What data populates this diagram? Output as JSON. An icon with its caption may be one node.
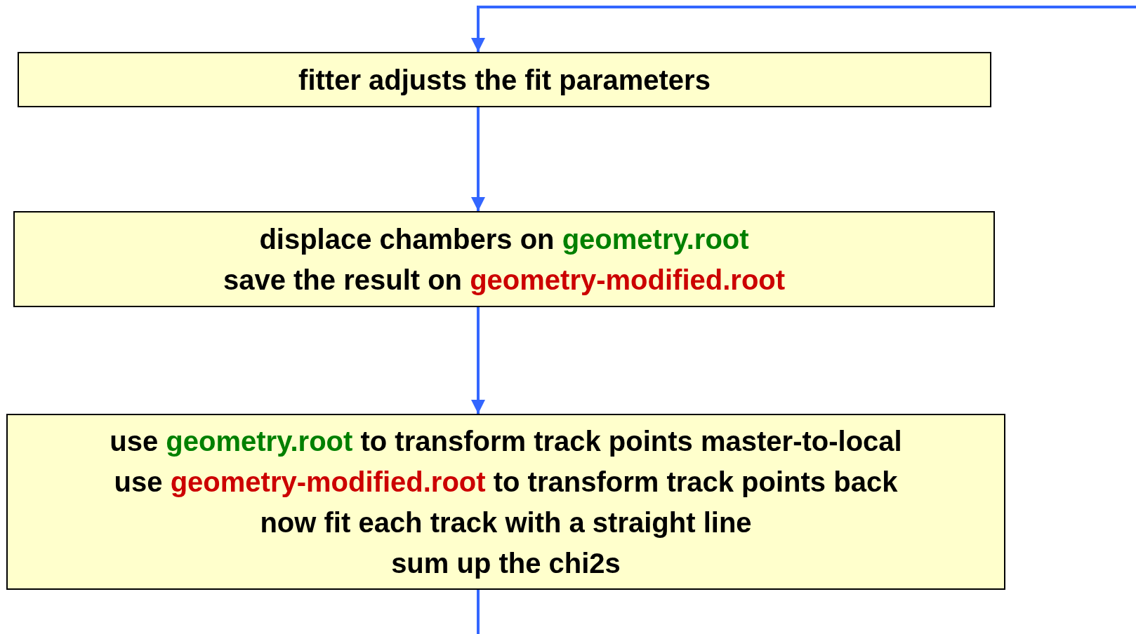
{
  "diagram": {
    "nodes": [
      {
        "text": [
          "fitter adjusts the fit parameters"
        ]
      },
      {
        "text": [
          "displace chambers on",
          "geometry.root",
          "save the result on",
          "geometry-modified.root"
        ]
      },
      {
        "text": [
          "use",
          "geometry.root",
          "to transform track points master-to-local",
          "use",
          "geometry-modified.root",
          "to transform track points back",
          "now fit each track with a straight line",
          "sum up the chi2s"
        ]
      }
    ],
    "edges": [
      {
        "from": null,
        "to": 0,
        "arrow": "to"
      },
      {
        "from": 0,
        "to": 1,
        "arrow": "to"
      },
      {
        "from": 1,
        "to": 2,
        "arrow": "to"
      },
      {
        "from": 2,
        "to": null,
        "arrow": "none"
      }
    ]
  }
}
